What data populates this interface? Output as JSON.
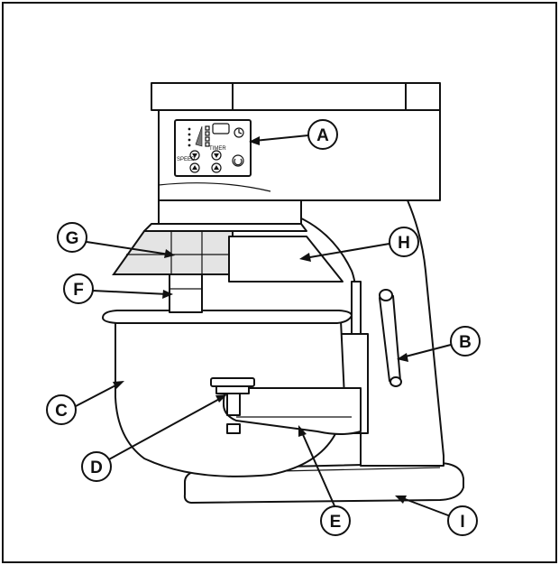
{
  "panel": {
    "speed_label": "SPEED",
    "timer_label": "TIMER"
  },
  "labels": [
    {
      "id": "A",
      "text": "A"
    },
    {
      "id": "B",
      "text": "B"
    },
    {
      "id": "C",
      "text": "C"
    },
    {
      "id": "D",
      "text": "D"
    },
    {
      "id": "E",
      "text": "E"
    },
    {
      "id": "F",
      "text": "F"
    },
    {
      "id": "G",
      "text": "G"
    },
    {
      "id": "H",
      "text": "H"
    },
    {
      "id": "I",
      "text": "I"
    }
  ],
  "colors": {
    "line": "#111111",
    "guard_tint": "#e4e4e4",
    "background": "#ffffff"
  }
}
